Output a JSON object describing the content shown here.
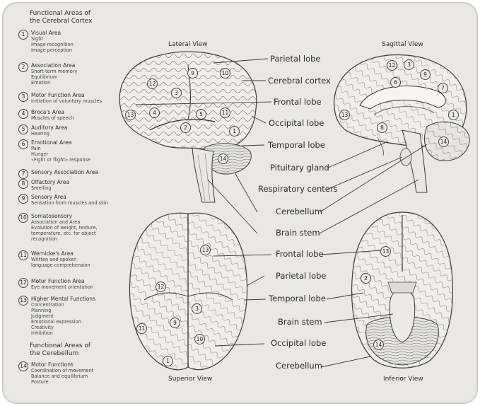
{
  "legend": {
    "title": [
      "Functional Areas of",
      "the Cerebral Cortex"
    ],
    "title2": [
      "Functional Areas of",
      "the Cerebellum"
    ],
    "items": [
      {
        "n": "1",
        "name": "Visual Area",
        "sub": [
          "Sight",
          "Image recognition",
          "Image perception"
        ]
      },
      {
        "n": "2",
        "name": "Association Area",
        "sub": [
          "Short-term memory",
          "Equilibrium",
          "Emotion"
        ]
      },
      {
        "n": "3",
        "name": "Motor Function Area",
        "sub": [
          "Initiation of voluntary muscles"
        ]
      },
      {
        "n": "4",
        "name": "Broca's Area",
        "sub": [
          "Muscles of speech"
        ]
      },
      {
        "n": "5",
        "name": "Auditory Area",
        "sub": [
          "Hearing"
        ]
      },
      {
        "n": "6",
        "name": "Emotional Area",
        "sub": [
          "Pain",
          "Hunger",
          "«Fight or flight» response"
        ]
      },
      {
        "n": "7",
        "name": "Sensory Association Area",
        "sub": []
      },
      {
        "n": "8",
        "name": "Olfactory Area",
        "sub": [
          "Smelling"
        ]
      },
      {
        "n": "9",
        "name": "Sensory Area",
        "sub": [
          "Sensation from muscles and skin"
        ]
      },
      {
        "n": "10",
        "name": "Somatosensory",
        "sub": [
          "Association and Area",
          "Evolution of weight, texture,",
          "temperature, etc. for object",
          "recognition"
        ]
      },
      {
        "n": "11",
        "name": "Wernicke's Area",
        "sub": [
          "Written and spoken",
          "language comprehension"
        ]
      },
      {
        "n": "12",
        "name": "Motor Function Area",
        "sub": [
          "Eye movement orientation"
        ]
      },
      {
        "n": "13",
        "name": "Higher Mental Functions",
        "sub": [
          "Concentration",
          "Planning",
          "Judgment",
          "Emotional expression",
          "Creativity",
          "Inhibition"
        ]
      },
      {
        "n": "14",
        "name": "Motor Functions",
        "sub": [
          "Coordination of movement",
          "Balance and equilibrium",
          "Posture"
        ]
      }
    ]
  },
  "views": {
    "lateral": "Lateral View",
    "sagittal": "Sagittal View",
    "superior": "Superior View",
    "inferior": "Inferior View"
  },
  "labels_top": [
    "Parietal lobe",
    "Cerebral cortex",
    "Frontal lobe",
    "Occipital  lobe",
    "Temporal lobe",
    "Pituitary gland",
    "Respiratory centers",
    "Cerebellum",
    "Brain stem"
  ],
  "labels_bottom": [
    "Frontal lobe",
    "Parietal lobe",
    "Temporal lobe",
    "Brain stem",
    "Occipital lobe",
    "Cerebellum"
  ],
  "markers": {
    "lateral": [
      "9",
      "10",
      "12",
      "3",
      "13",
      "4",
      "5",
      "11",
      "2",
      "1",
      "14"
    ],
    "sagittal": [
      "12",
      "3",
      "9",
      "6",
      "7",
      "13",
      "1",
      "8",
      "14"
    ],
    "superior": [
      "13",
      "12",
      "3",
      "9",
      "11",
      "10",
      "1"
    ],
    "inferior": [
      "13",
      "2",
      "14"
    ]
  },
  "colors": {
    "pad": "#e9e8e3",
    "ink": "#2a2a2a"
  }
}
